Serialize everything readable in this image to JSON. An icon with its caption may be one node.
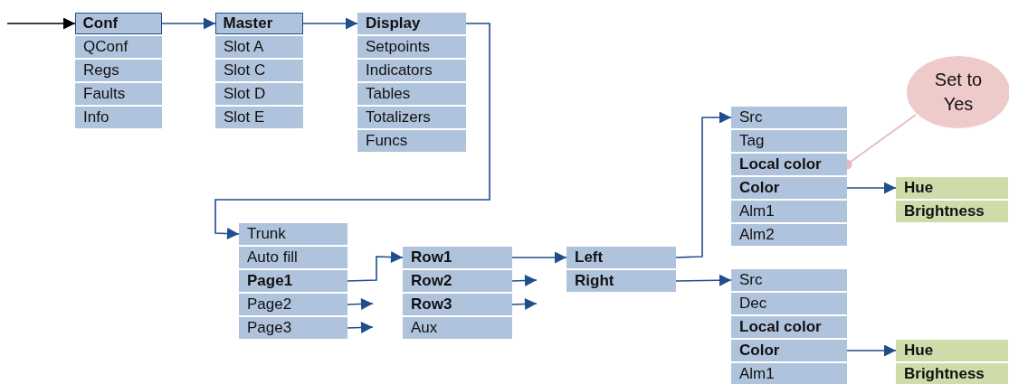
{
  "diagram": {
    "nodes": [
      {
        "text": [
          "Conf"
        ]
      },
      {
        "text": [
          "QConf"
        ]
      },
      {
        "text": [
          "Regs"
        ]
      },
      {
        "text": [
          "Faults"
        ]
      },
      {
        "text": [
          "Info"
        ]
      },
      {
        "text": [
          "Master"
        ]
      },
      {
        "text": [
          "Slot A"
        ]
      },
      {
        "text": [
          "Slot C"
        ]
      },
      {
        "text": [
          "Slot D"
        ]
      },
      {
        "text": [
          "Slot E"
        ]
      },
      {
        "text": [
          "Display"
        ]
      },
      {
        "text": [
          "Setpoints"
        ]
      },
      {
        "text": [
          "Indicators"
        ]
      },
      {
        "text": [
          "Tables"
        ]
      },
      {
        "text": [
          "Totalizers"
        ]
      },
      {
        "text": [
          "Funcs"
        ]
      },
      {
        "text": [
          "Set to Yes"
        ]
      },
      {
        "text": [
          "Src"
        ]
      },
      {
        "text": [
          "Tag"
        ]
      },
      {
        "text": [
          "Local color"
        ]
      },
      {
        "text": [
          "Color"
        ]
      },
      {
        "text": [
          "Alm1"
        ]
      },
      {
        "text": [
          "Alm2"
        ]
      },
      {
        "text": [
          "Hue"
        ]
      },
      {
        "text": [
          "Brightness"
        ]
      },
      {
        "text": [
          "Trunk"
        ]
      },
      {
        "text": [
          "Auto fill"
        ]
      },
      {
        "text": [
          "Page1"
        ]
      },
      {
        "text": [
          "Page2"
        ]
      },
      {
        "text": [
          "Page3"
        ]
      },
      {
        "text": [
          "Row1"
        ]
      },
      {
        "text": [
          "Row2"
        ]
      },
      {
        "text": [
          "Row3"
        ]
      },
      {
        "text": [
          "Aux"
        ]
      },
      {
        "text": [
          "Left"
        ]
      },
      {
        "text": [
          "Right"
        ]
      },
      {
        "text": [
          "Src"
        ]
      },
      {
        "text": [
          "Dec"
        ]
      },
      {
        "text": [
          "Local color"
        ]
      },
      {
        "text": [
          "Color"
        ]
      },
      {
        "text": [
          "Alm1"
        ]
      },
      {
        "text": [
          "Hue"
        ]
      },
      {
        "text": [
          "Brightness"
        ]
      }
    ],
    "edges": [
      {
        "from": null,
        "to": 0,
        "arrow": "to",
        "color": "#000000"
      },
      {
        "from": 0,
        "to": 5,
        "arrow": "to"
      },
      {
        "from": 5,
        "to": 10,
        "arrow": "to"
      },
      {
        "from": 10,
        "to": 25,
        "arrow": "to"
      },
      {
        "from": 27,
        "to": 30,
        "arrow": "to"
      },
      {
        "from": 28,
        "to": null,
        "arrow": "to"
      },
      {
        "from": 29,
        "to": null,
        "arrow": "to"
      },
      {
        "from": 30,
        "to": 34,
        "arrow": "to"
      },
      {
        "from": 31,
        "to": null,
        "arrow": "to"
      },
      {
        "from": 32,
        "to": null,
        "arrow": "to"
      },
      {
        "from": 34,
        "to": 17,
        "arrow": "to"
      },
      {
        "from": 35,
        "to": 36,
        "arrow": "to"
      },
      {
        "from": 20,
        "to": 23,
        "arrow": "to"
      },
      {
        "from": 39,
        "to": 41,
        "arrow": "to"
      },
      {
        "from": 16,
        "to": 19,
        "arrow": "other",
        "color": "#e8b8bb"
      }
    ]
  }
}
